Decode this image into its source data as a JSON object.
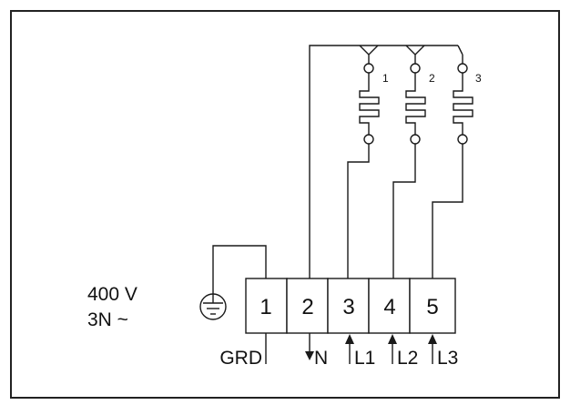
{
  "supply": {
    "voltage": "400 V",
    "system": "3N ~"
  },
  "terminals": [
    "1",
    "2",
    "3",
    "4",
    "5"
  ],
  "terminal_labels": [
    "GRD",
    "N",
    "L1",
    "L2",
    "L3"
  ],
  "heater_labels": [
    "1",
    "2",
    "3"
  ],
  "icons": {
    "ground": "earth-ground-symbol",
    "n_arrow": "arrow-down",
    "line_arrow": "arrow-up"
  },
  "colors": {
    "line": "#1a1a1a",
    "background": "#ffffff"
  }
}
